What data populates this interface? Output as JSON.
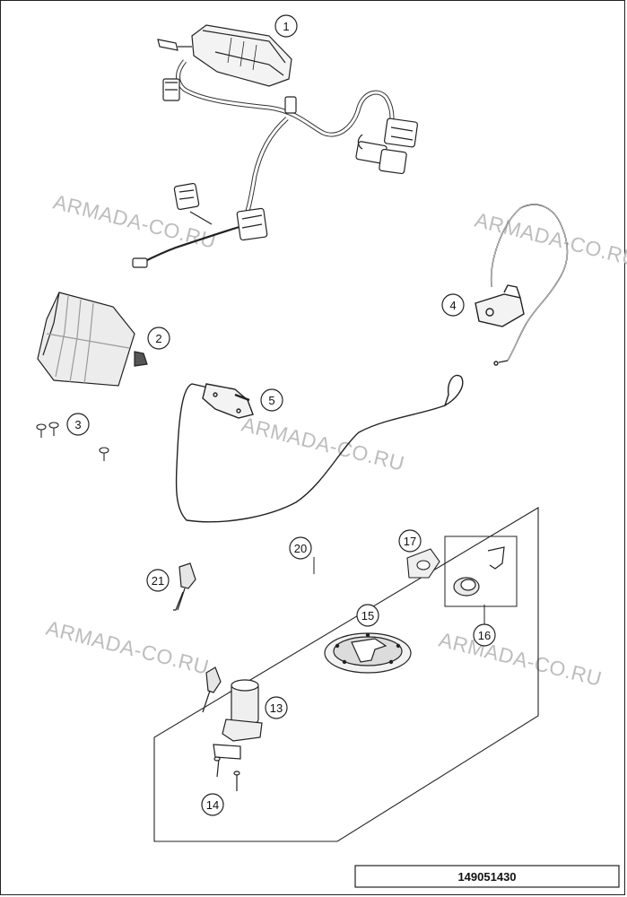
{
  "watermark": "ARMADA-CO.RU",
  "part_number": "149051430",
  "callouts": [
    "1",
    "2",
    "3",
    "4",
    "5",
    "13",
    "14",
    "15",
    "16",
    "17",
    "20",
    "21"
  ],
  "icons": [
    "wiring-harness",
    "dashboard",
    "screw",
    "cable",
    "ignition-lock",
    "key",
    "fuel-cap",
    "lock-cylinder",
    "clip"
  ]
}
